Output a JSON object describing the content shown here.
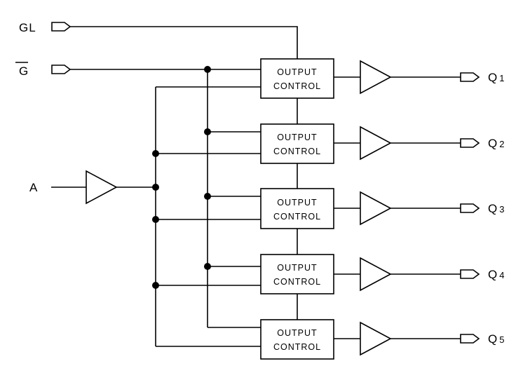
{
  "inputs": {
    "gl": "GL",
    "g_bar": "G",
    "a": "A"
  },
  "block_label_line1": "OUTPUT",
  "block_label_line2": "CONTROL",
  "outputs": [
    {
      "prefix": "Q",
      "index": "1"
    },
    {
      "prefix": "Q",
      "index": "2"
    },
    {
      "prefix": "Q",
      "index": "3"
    },
    {
      "prefix": "Q",
      "index": "4"
    },
    {
      "prefix": "Q",
      "index": "5"
    }
  ]
}
